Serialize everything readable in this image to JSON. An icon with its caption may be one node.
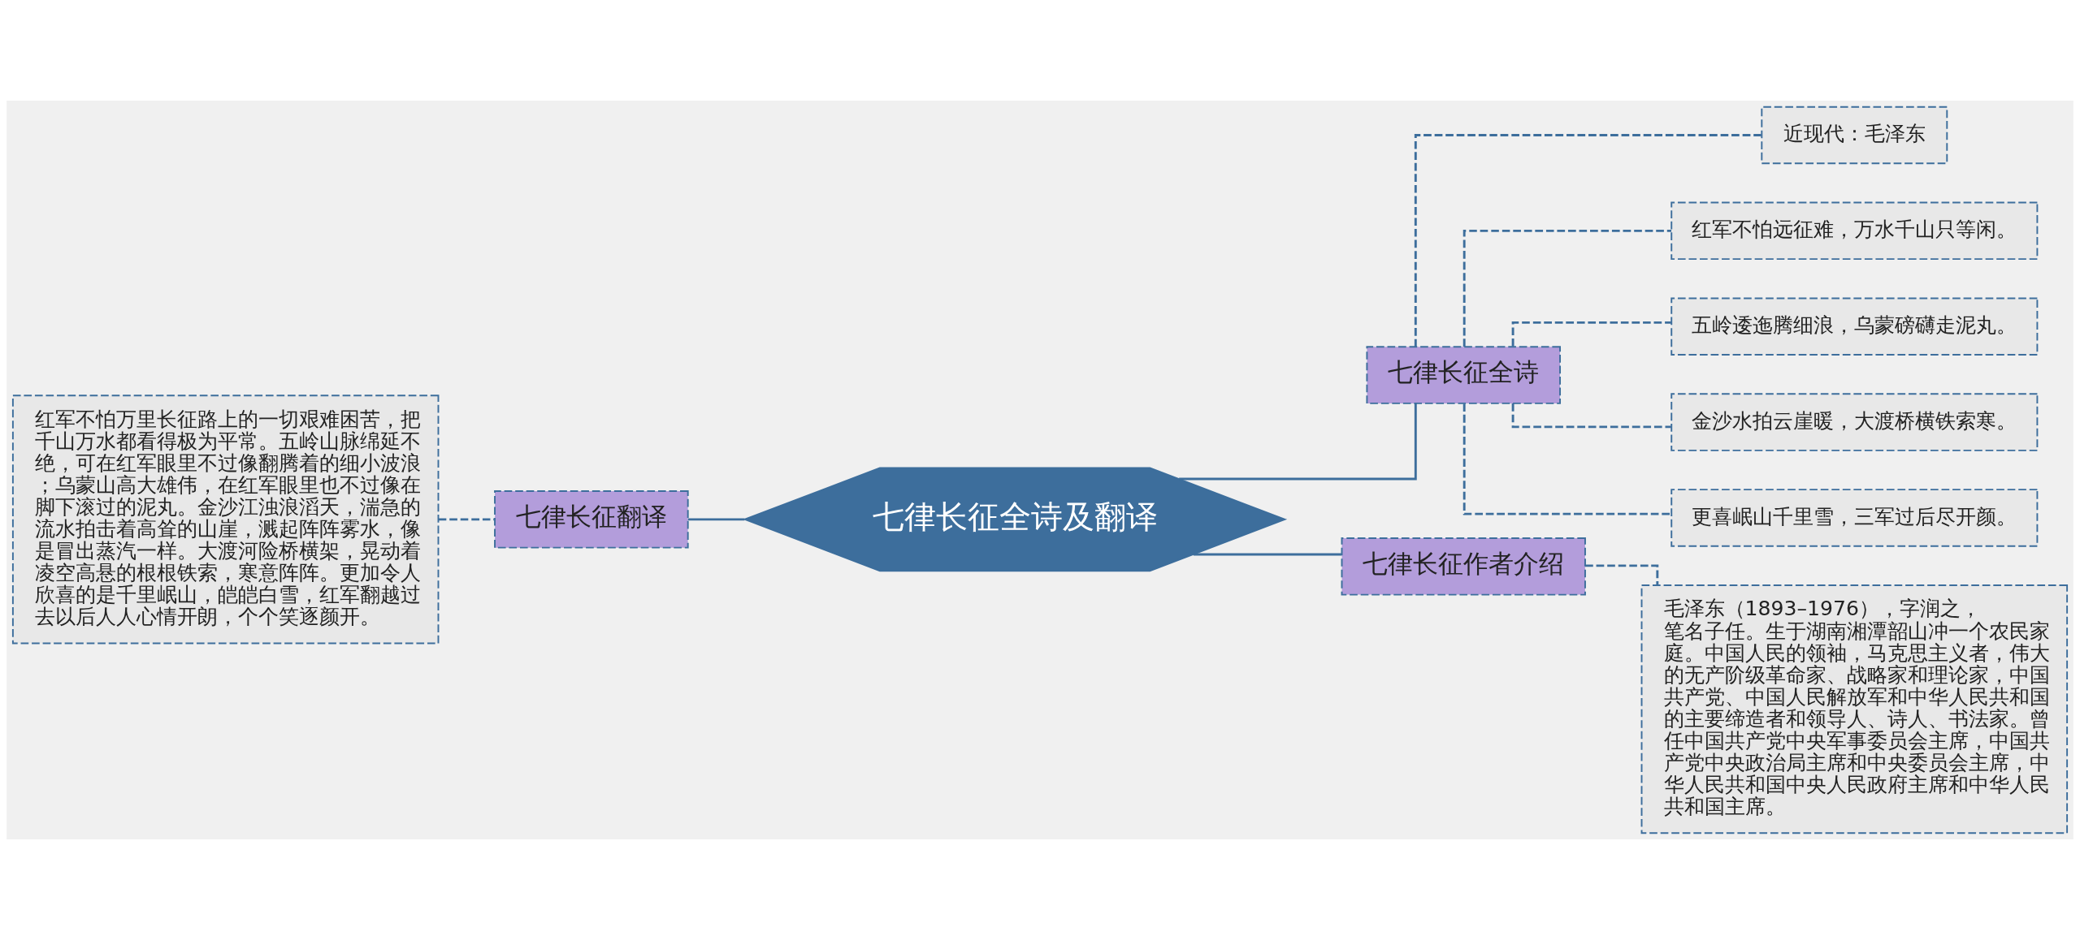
{
  "diagram": {
    "nodes": [
      {
        "text": [
          "七律长征全诗及翻译"
        ]
      },
      {
        "text": [
          "七律长征翻译"
        ]
      },
      {
        "text": [
          "红军不怕万里长征路上的一切艰难困苦，把千山万水都看得极为平常。五岭山脉绵延不绝，可在红军眼里不过像翻腾着的细小波浪；乌蒙山高大雄伟，在红军眼里也不过像在脚下滚过的泥丸。金沙江浊浪滔天，湍急的流水拍击着高耸的山崖，溅起阵阵雾水，像是冒出蒸汽一样。大渡河险桥横架，晃动着凌空高悬的根根铁索，寒意阵阵。更加令人欣喜的是千里岷山，皑皑白雪，红军翻越过去以后人人心情开朗，个个笑逐颜开。"
        ]
      },
      {
        "text": [
          "七律长征全诗"
        ]
      },
      {
        "text": [
          "近现代：毛泽东"
        ]
      },
      {
        "text": [
          "红军不怕远征难，万水千山只等闲。"
        ]
      },
      {
        "text": [
          "五岭逶迤腾细浪，乌蒙磅礴走泥丸。"
        ]
      },
      {
        "text": [
          "金沙水拍云崖暖，大渡桥横铁索寒。"
        ]
      },
      {
        "text": [
          "更喜岷山千里雪，三军过后尽开颜。"
        ]
      },
      {
        "text": [
          "七律长征作者介绍"
        ]
      },
      {
        "text": [
          "毛泽东（1893–1976），字润之，笔名子任。生于湖南湘潭韶山冲一个农民家庭。中国人民的领袖，马克思主义者，伟大的无产阶级革命家、战略家和理论家，中国共产党、中国人民解放军和中华人民共和国的主要缔造者和领导人、诗人、书法家。曾任中国共产党中央军事委员会主席，中国共产党中央政治局主席和中央委员会主席，中华人民共和国中央人民政府主席和中华人民共和国主席。"
        ]
      }
    ],
    "edges": [
      {
        "from": 0,
        "to": 1,
        "arrow": "none"
      },
      {
        "from": 1,
        "to": 2,
        "arrow": "none",
        "style": "dashed"
      },
      {
        "from": 0,
        "to": 3,
        "arrow": "none"
      },
      {
        "from": 3,
        "to": 4,
        "arrow": "none",
        "style": "dashed"
      },
      {
        "from": 3,
        "to": 5,
        "arrow": "none",
        "style": "dashed"
      },
      {
        "from": 3,
        "to": 6,
        "arrow": "none",
        "style": "dashed"
      },
      {
        "from": 3,
        "to": 7,
        "arrow": "none",
        "style": "dashed"
      },
      {
        "from": 3,
        "to": 8,
        "arrow": "none",
        "style": "dashed"
      },
      {
        "from": 0,
        "to": 9,
        "arrow": "none"
      },
      {
        "from": 9,
        "to": 10,
        "arrow": "none",
        "style": "dashed"
      }
    ]
  }
}
